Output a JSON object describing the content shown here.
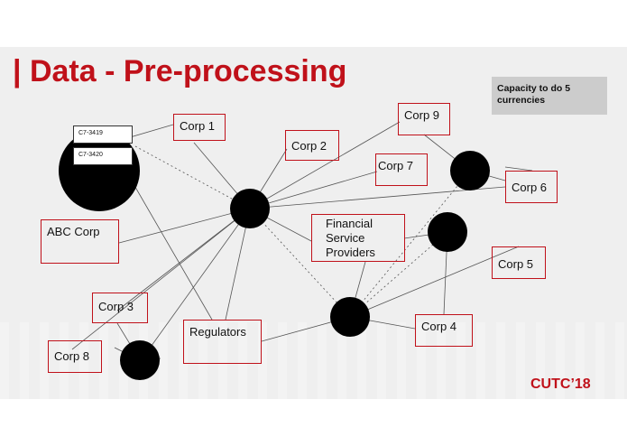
{
  "slide": {
    "title": "| Data - Pre-processing",
    "note": "Capacity to do 5 currencies",
    "brand": "CUTC’18"
  },
  "diagram": {
    "tags": [
      "C7-3419",
      "C7-3420"
    ],
    "boxes": {
      "corp1": "Corp 1",
      "corp2": "Corp 2",
      "corp9": "Corp 9",
      "corp7": "Corp 7",
      "corp6": "Corp 6",
      "abc": "ABC Corp",
      "fsp": "Financial Service Providers",
      "corp5": "Corp 5",
      "corp3": "Corp 3",
      "regulators": "Regulators",
      "corp4": "Corp 4",
      "corp8": "Corp 8"
    }
  }
}
